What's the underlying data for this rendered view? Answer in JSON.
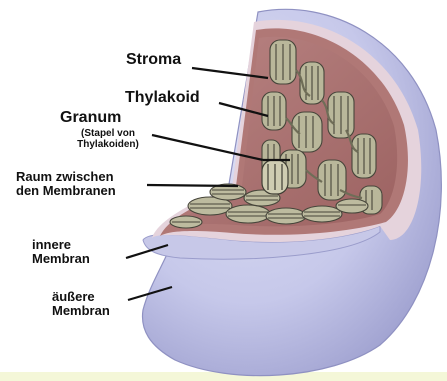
{
  "labels": {
    "stroma": "Stroma",
    "thylakoid": "Thylakoid",
    "granum": "Granum",
    "granum_note_1": "(Stapel von",
    "granum_note_2": "Thylakoiden)",
    "intermembrane_1": "Raum zwischen",
    "intermembrane_2": "den Membranen",
    "inner_1": "innere",
    "inner_2": "Membran",
    "outer_1": "äußere",
    "outer_2": "Membran"
  },
  "colors": {
    "outer_membrane": "#c6c8ea",
    "outer_shade": "#a9abd6",
    "intermembrane_space": "#e5d3dc",
    "inner_membrane": "#b07876",
    "stroma": "#aa7170",
    "thylakoid_fill": "#b9b79a",
    "thylakoid_edge": "#46453a",
    "bottom_band": "#f4f7d8"
  }
}
